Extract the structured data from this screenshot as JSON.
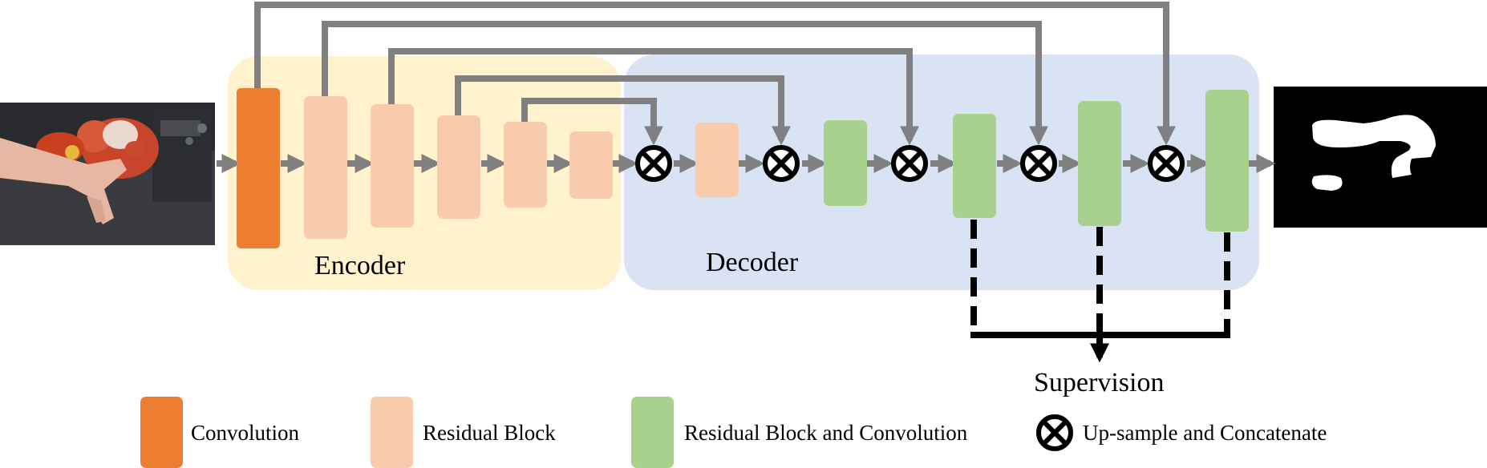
{
  "labels": {
    "encoder": "Encoder",
    "decoder": "Decoder",
    "supervision": "Supervision"
  },
  "legend": {
    "convolution": "Convolution",
    "residual_block": "Residual Block",
    "residual_block_conv": "Residual Block and Convolution",
    "upsample_concat": "Up-sample and Concatenate"
  },
  "colors": {
    "encoder_region": "#FFF2CC",
    "decoder_region": "#DAE3F3",
    "convolution": "#ED7D31",
    "residual_block": "#F8CBAD",
    "residual_block_conv": "#A9D18E",
    "arrow": "#808080",
    "supervision_line": "#000000"
  }
}
